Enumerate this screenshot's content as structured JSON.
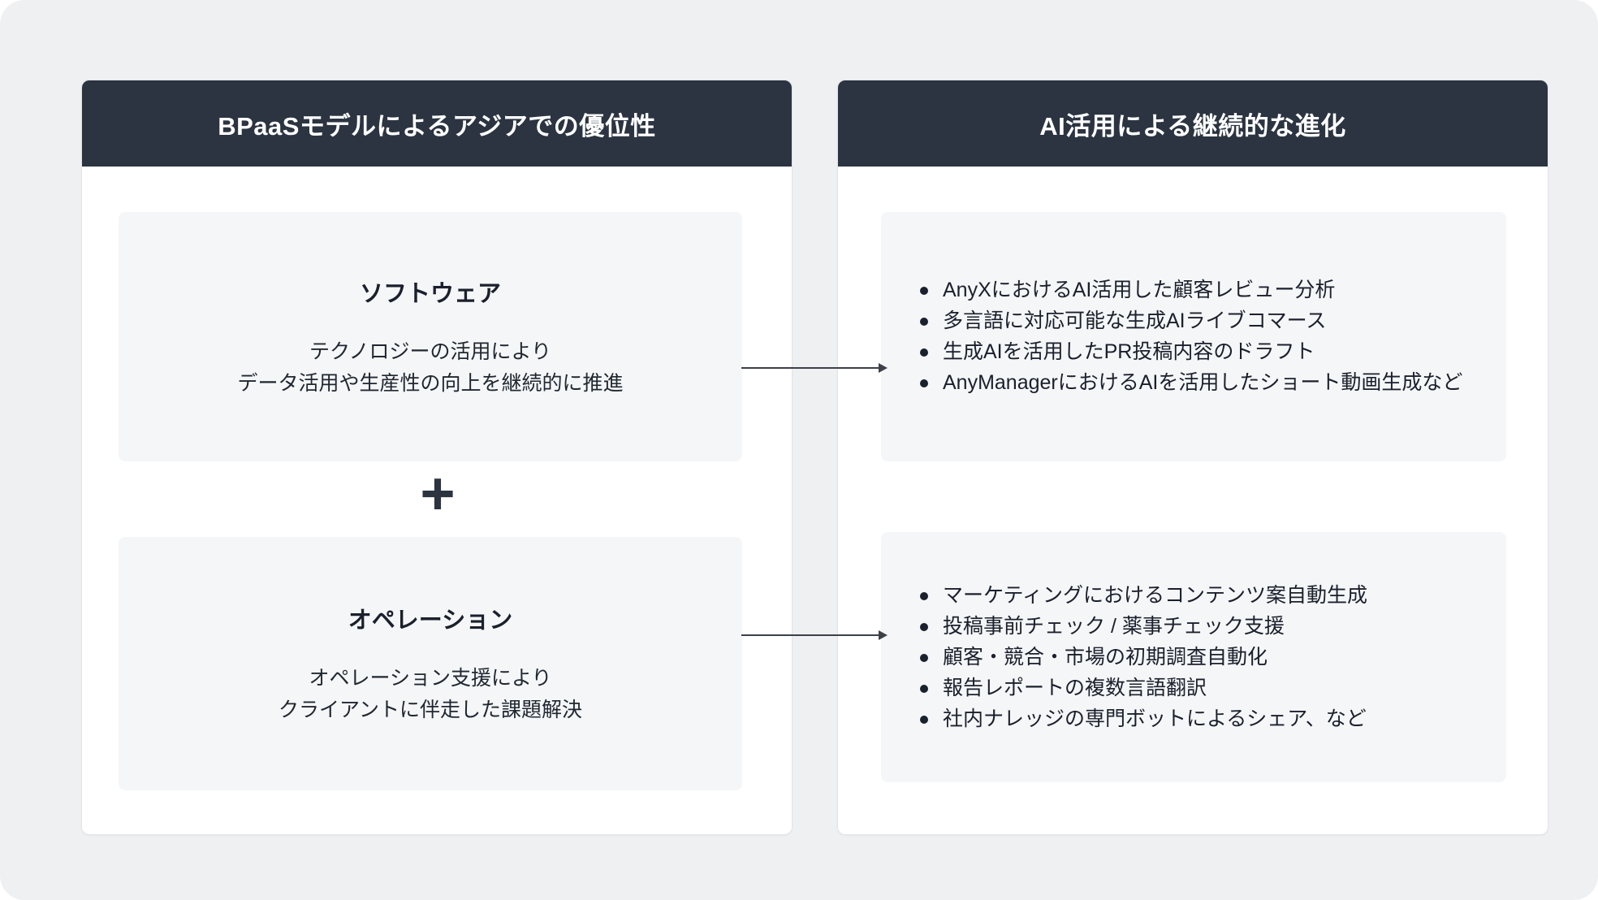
{
  "canvas": {
    "background_color": "#eef0f2",
    "header_color": "#2b3440",
    "card_color": "#f5f6f8",
    "text_color": "#1a202c"
  },
  "left_panel": {
    "title": "BPaaSモデルによるアジアでの優位性",
    "plus": "+",
    "cards": [
      {
        "title": "ソフトウェア",
        "lines": [
          "テクノロジーの活用により",
          "データ活用や生産性の向上を継続的に推進"
        ]
      },
      {
        "title": "オペレーション",
        "lines": [
          "オペレーション支援により",
          "クライアントに伴走した課題解決"
        ]
      }
    ]
  },
  "right_panel": {
    "title": "AI活用による継続的な進化",
    "cards": [
      {
        "items": [
          "AnyXにおけるAI活用した顧客レビュー分析",
          "多言語に対応可能な生成AIライブコマース",
          "生成AIを活用したPR投稿内容のドラフト",
          "AnyManagerにおけるAIを活用したショート動画生成など"
        ]
      },
      {
        "items": [
          "マーケティングにおけるコンテンツ案自動生成",
          "投稿事前チェック / 薬事チェック支援",
          "顧客・競合・市場の初期調査自動化",
          "報告レポートの複数言語翻訳",
          "社内ナレッジの専門ボットによるシェア、など"
        ]
      }
    ]
  }
}
